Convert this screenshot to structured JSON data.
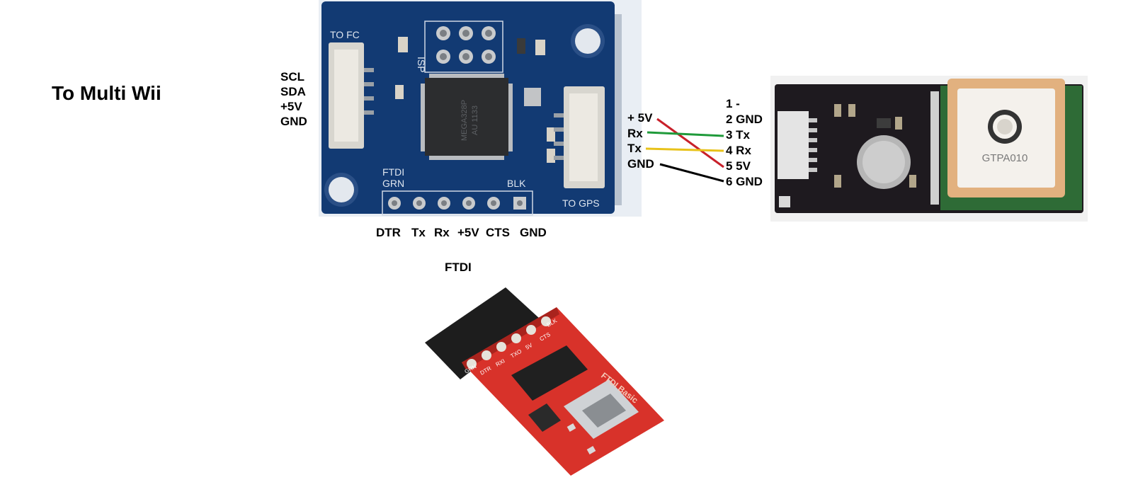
{
  "title": "To Multi Wii",
  "colors": {
    "green": "#1f9a3a",
    "yellow": "#e8c21a",
    "red": "#c8202a",
    "darkred": "#7a1020",
    "black": "#000000",
    "board_blue": "#123a73",
    "ftdi_red": "#d8322a"
  },
  "fc_pins": [
    {
      "label": "SCL",
      "color": "#1f9a3a"
    },
    {
      "label": "SDA",
      "color": "#e8c21a"
    },
    {
      "label": "+5V",
      "color": "#c8202a"
    },
    {
      "label": "GND",
      "color": "#000000"
    }
  ],
  "board": {
    "to_fc": "TO FC",
    "isp": "ISP",
    "ftdi_label": "FTDI",
    "grn": "GRN",
    "blk": "BLK",
    "to_gps": "TO GPS",
    "chip_lines": [
      "MEGA328P",
      "AU 1133"
    ]
  },
  "ftdi_pins": [
    {
      "label": "DTR",
      "color": "#7a1020"
    },
    {
      "label": "Tx",
      "color": "#e8c21a"
    },
    {
      "label": "Rx",
      "color": "#1f9a3a"
    },
    {
      "label": "+5V",
      "color": "#c8202a"
    },
    {
      "label": "CTS",
      "color": "#7a1020"
    },
    {
      "label": "GND",
      "color": "#000000"
    }
  ],
  "ftdi_title": "FTDI",
  "gps_left": [
    {
      "label": "+ 5V",
      "color": "#c8202a"
    },
    {
      "label": "Rx",
      "color": "#1f9a3a"
    },
    {
      "label": "Tx",
      "color": "#e8c21a"
    },
    {
      "label": "GND",
      "color": "#000000"
    }
  ],
  "gps_right": [
    {
      "label": "1 -",
      "color": "#000000"
    },
    {
      "label": "2 GND",
      "color": "#000000"
    },
    {
      "label": "3 Tx",
      "color": "#1f9a3a"
    },
    {
      "label": "4 Rx",
      "color": "#e8c21a"
    },
    {
      "label": "5 5V",
      "color": "#c8202a"
    },
    {
      "label": "6 GND",
      "color": "#000000"
    }
  ],
  "gps_module": {
    "antenna_label": "GTPA010"
  },
  "ftdi_board": {
    "header_pins": [
      "GRN",
      "DTR",
      "RXI",
      "TXO",
      "5V",
      "CTS",
      "BLK"
    ],
    "name": "FTDI Basic"
  }
}
